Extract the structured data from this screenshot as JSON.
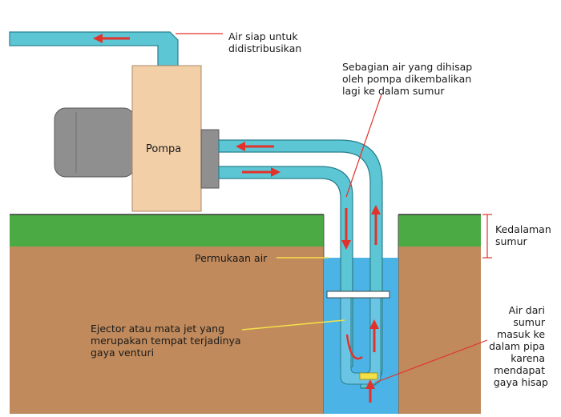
{
  "labels": {
    "pump": "Pompa",
    "distribution": [
      "Air siap untuk",
      "didistribusikan"
    ],
    "returned": [
      "Sebagian air yang dihisap",
      "oleh pompa dikembalikan",
      "lagi ke dalam sumur"
    ],
    "well_depth": [
      "Kedalaman",
      "sumur"
    ],
    "water_surface": "Permukaan air",
    "ejector": [
      "Ejector atau mata jet yang",
      "merupakan tempat terjadinya",
      "gaya venturi"
    ],
    "suction": [
      "Air dari",
      "sumur",
      "masuk ke",
      "dalam pipa",
      "karena",
      "mendapat",
      "gaya hisap"
    ]
  },
  "colors": {
    "pipe": "#5cc6d4",
    "pipe_edge": "#2a7f8c",
    "well_water": "#4cb3e6",
    "soil": "#c08a5c",
    "grass": "#4caa44",
    "pump_body": "#f3cfa8",
    "motor": "#8f8f8f",
    "arrow": "#e2322b",
    "callout": "#f4e04a"
  }
}
